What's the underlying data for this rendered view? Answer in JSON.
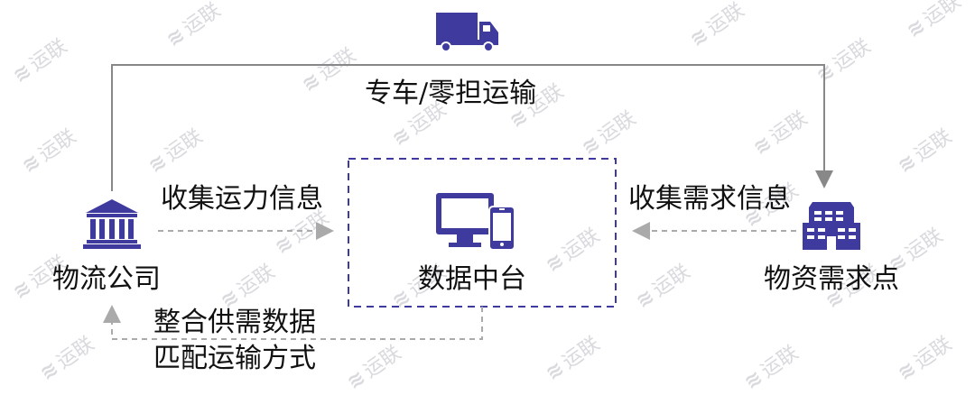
{
  "top_route_label": "专车/零担运输",
  "center_node_label": "数据中台",
  "left_node_label": "物流公司",
  "right_node_label": "物资需求点",
  "left_arrow_label": "收集运力信息",
  "right_arrow_label": "收集需求信息",
  "bottom_label_line1": "整合供需数据",
  "bottom_label_line2": "匹配运输方式",
  "watermark_text": "运联",
  "colors": {
    "accent": "#3f3a9e",
    "line": "#888888",
    "dashed_arrow": "#aaaaaa"
  },
  "icons": [
    "truck-icon",
    "bank-building-icon",
    "office-building-icon",
    "monitor-phone-icon"
  ]
}
